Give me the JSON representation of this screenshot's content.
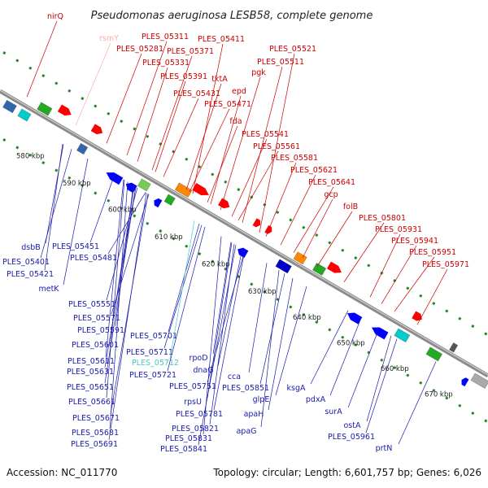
{
  "title": "Pseudomonas aeruginosa LESB58, complete genome",
  "accession": "Accession: NC_011770",
  "summary": "Topology: circular; Length: 6,601,757 bp; Genes: 6,026",
  "kbp_labels": [
    "580 kbp",
    "590 kbp",
    "600 kbp",
    "610 kbp",
    "620 kbp",
    "630 kbp",
    "640 kbp",
    "650 kbp",
    "660 kbp",
    "670 kbp"
  ],
  "colors": {
    "forward": "#ff0000",
    "reverse": "#0000ff",
    "highlight_top": "#ffaaaa",
    "highlight_bottom": "#44cccc",
    "label_top": "#cc0000",
    "label_bottom": "#1a1aaa",
    "ticks": "#228822"
  },
  "top_labels": [
    "nirQ",
    "rsmY",
    "PLES_05311",
    "PLES_05411",
    "PLES_05281",
    "PLES_05371",
    "PLES_05331",
    "PLES_05521",
    "PLES_05511",
    "PLES_05391",
    "tktA",
    "pgk",
    "epd",
    "PLES_05431",
    "PLES_05471",
    "fda",
    "PLES_05541",
    "PLES_05561",
    "PLES_05581",
    "PLES_05621",
    "PLES_05641",
    "gcp",
    "folB",
    "PLES_05801",
    "PLES_05931",
    "PLES_05941",
    "PLES_05951",
    "PLES_05971"
  ],
  "bottom_labels": [
    "dsbB",
    "PLES_05451",
    "PLES_05401",
    "PLES_05481",
    "PLES_05421",
    "metK",
    "PLES_05551",
    "PLES_05571",
    "PLES_05591",
    "PLES_05601",
    "PLES_05701",
    "PLES_05711",
    "PLES_05611",
    "PLES_05712",
    "PLES_05631",
    "PLES_05721",
    "rpoD",
    "dnaG",
    "PLES_05651",
    "PLES_05751",
    "PLES_05661",
    "rpsU",
    "PLES_05781",
    "PLES_05671",
    "cca",
    "PLES_05851",
    "glpE",
    "ksgA",
    "PLES_05681",
    "PLES_05821",
    "pdxA",
    "PLES_05691",
    "PLES_05831",
    "apaH",
    "surA",
    "PLES_05841",
    "apaG",
    "ostA",
    "PLES_05961",
    "prtN"
  ]
}
